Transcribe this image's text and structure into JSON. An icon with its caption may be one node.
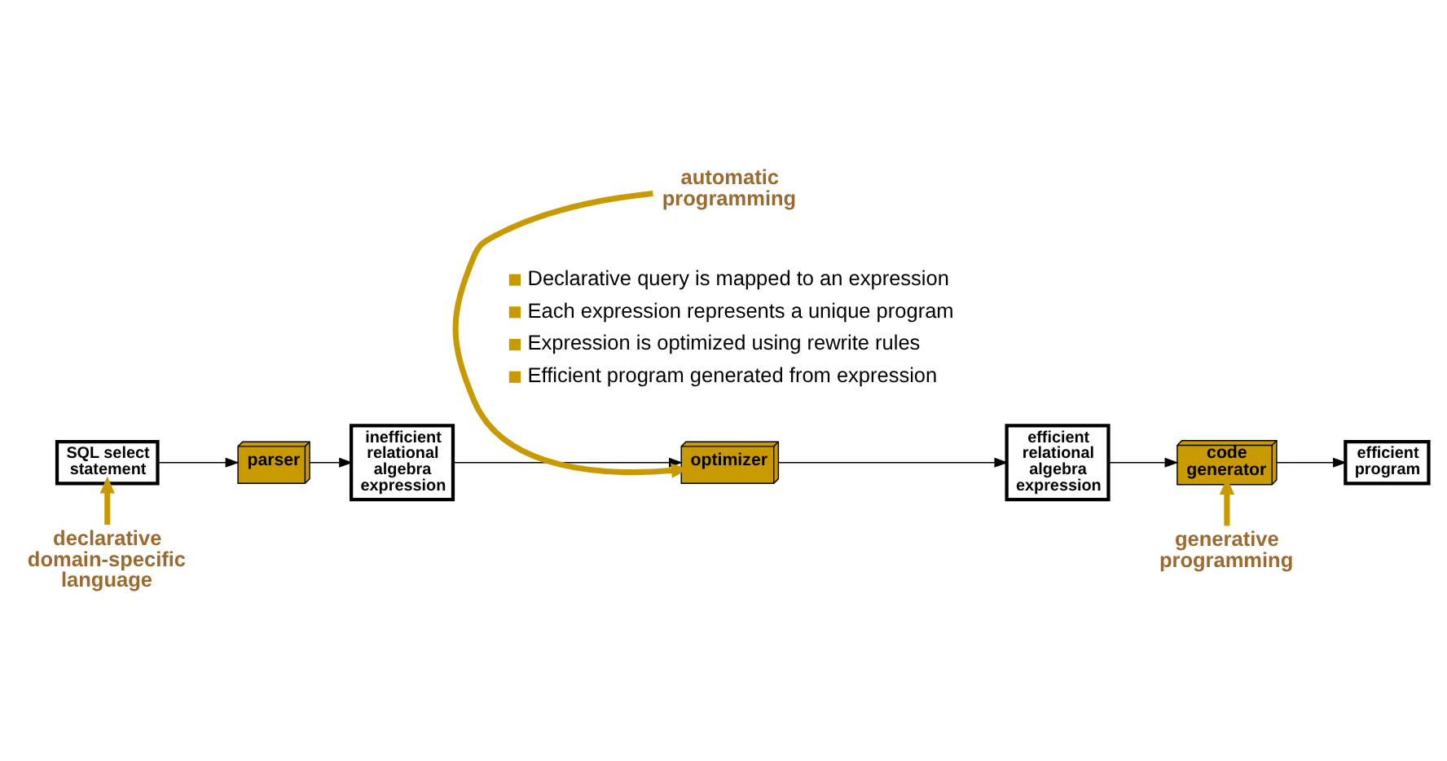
{
  "diagram": {
    "nodes": [
      {
        "text": [
          "SQL select statement"
        ]
      },
      {
        "text": [
          "parser"
        ]
      },
      {
        "text": [
          "inefficient relational algebra expression"
        ]
      },
      {
        "text": [
          "optimizer"
        ]
      },
      {
        "text": [
          "efficient relational algebra expression"
        ]
      },
      {
        "text": [
          "code generator"
        ]
      },
      {
        "text": [
          "efficient program"
        ]
      },
      {
        "text": [
          "declarative domain-specific language"
        ]
      },
      {
        "text": [
          "automatic programming"
        ]
      },
      {
        "text": [
          "generative programming"
        ]
      }
    ],
    "edges": [
      {
        "from": 0,
        "to": 1,
        "arrow": "to"
      },
      {
        "from": 1,
        "to": 2,
        "arrow": "to"
      },
      {
        "from": 2,
        "to": 3,
        "arrow": "to"
      },
      {
        "from": 3,
        "to": 4,
        "arrow": "to"
      },
      {
        "from": 4,
        "to": 5,
        "arrow": "to"
      },
      {
        "from": 5,
        "to": 6,
        "arrow": "to"
      },
      {
        "from": 7,
        "to": 0,
        "arrow": "to",
        "style": "thick",
        "color": "#c89a00"
      },
      {
        "from": 8,
        "to": 3,
        "arrow": "to",
        "style": "thick",
        "color": "#c89a00"
      },
      {
        "from": 9,
        "to": 5,
        "arrow": "to",
        "style": "thick",
        "color": "#c89a00"
      }
    ],
    "labels": [
      "Declarative query is mapped to an expression",
      "Each expression represents a unique program",
      "Expression is optimized using rewrite rules",
      "Efficient program generated from expression"
    ]
  }
}
